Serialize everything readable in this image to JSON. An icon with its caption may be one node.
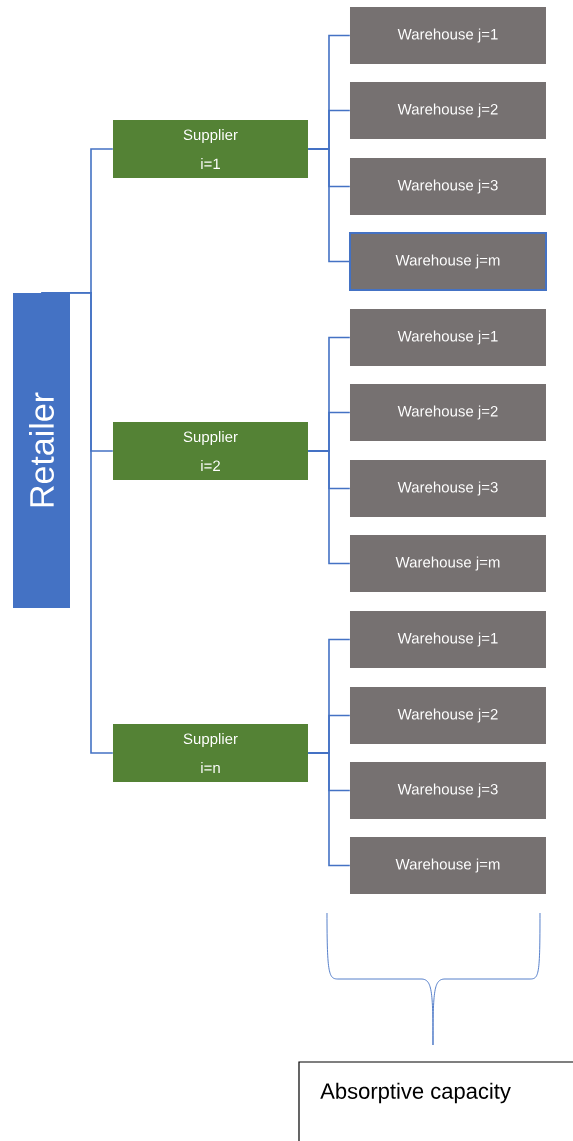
{
  "diagram": {
    "nodes": [
      {
        "text": [
          "Retailer"
        ]
      },
      {
        "text": [
          "Supplier i=1"
        ]
      },
      {
        "text": [
          "Warehouse j=1"
        ]
      },
      {
        "text": [
          "Warehouse j=2"
        ]
      },
      {
        "text": [
          "Warehouse j=3"
        ]
      },
      {
        "text": [
          "Warehouse j=m"
        ]
      },
      {
        "text": [
          "Supplier i=2"
        ]
      },
      {
        "text": [
          "Warehouse j=1"
        ]
      },
      {
        "text": [
          "Warehouse j=2"
        ]
      },
      {
        "text": [
          "Warehouse j=3"
        ]
      },
      {
        "text": [
          "Warehouse j=m"
        ]
      },
      {
        "text": [
          "Supplier i=n"
        ]
      },
      {
        "text": [
          "Warehouse j=1"
        ]
      },
      {
        "text": [
          "Warehouse j=2"
        ]
      },
      {
        "text": [
          "Warehouse j=3"
        ]
      },
      {
        "text": [
          "Warehouse j=m"
        ]
      },
      {
        "text": [
          "Absorptive capacity"
        ]
      }
    ],
    "edges": [
      {
        "from": 0,
        "to": 1,
        "arrow": "none"
      },
      {
        "from": 0,
        "to": 6,
        "arrow": "none"
      },
      {
        "from": 0,
        "to": 11,
        "arrow": "none"
      },
      {
        "from": 1,
        "to": 2,
        "arrow": "none"
      },
      {
        "from": 1,
        "to": 3,
        "arrow": "none"
      },
      {
        "from": 1,
        "to": 4,
        "arrow": "none"
      },
      {
        "from": 1,
        "to": 5,
        "arrow": "none"
      },
      {
        "from": 6,
        "to": 7,
        "arrow": "none"
      },
      {
        "from": 6,
        "to": 8,
        "arrow": "none"
      },
      {
        "from": 6,
        "to": 9,
        "arrow": "none"
      },
      {
        "from": 6,
        "to": 10,
        "arrow": "none"
      },
      {
        "from": 11,
        "to": 12,
        "arrow": "none"
      },
      {
        "from": 11,
        "to": 13,
        "arrow": "none"
      },
      {
        "from": 11,
        "to": 14,
        "arrow": "none"
      },
      {
        "from": 11,
        "to": 15,
        "arrow": "none"
      }
    ]
  }
}
